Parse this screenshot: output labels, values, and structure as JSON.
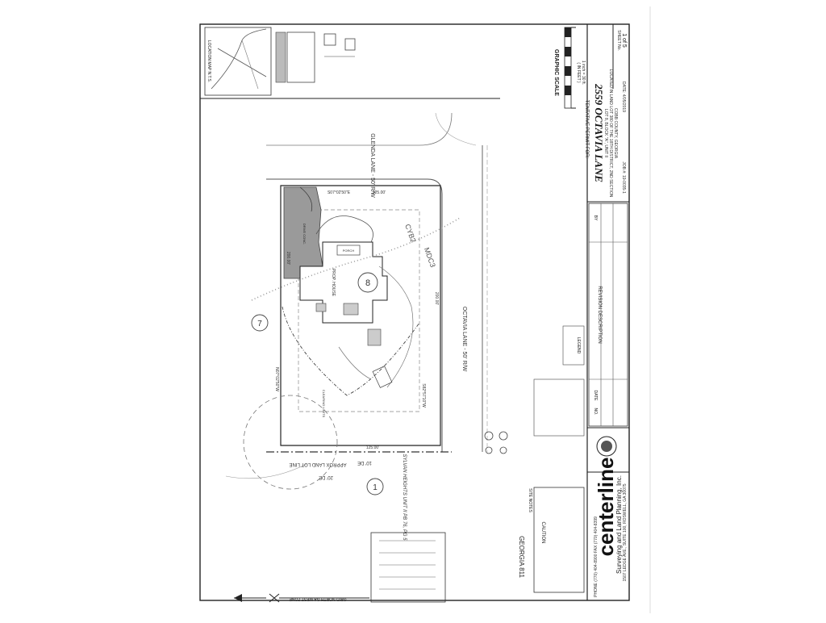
{
  "sheet": {
    "company_name": "centerline",
    "company_sub": "Surveying and Land Planning, Inc.",
    "company_addr": "1507 LEDGE AVE., SUITE 100, ROSWELL, GA 30075",
    "company_phone": "PHONE (770) 404-8900  FAX (770) 404-8399",
    "graphic_scale_label": "GRAPHIC SCALE",
    "scale_note": "( IN FEET )",
    "scale_ratio": "1 inch = 30 ft.",
    "permit_heading": "TENTATIVE PERMIT FOR:",
    "address": "2559 OCTAVIA LANE",
    "lot_block": "LOT 8, BLOCK \"A\", UNIT II",
    "land_lot": "LOCATED IN LAND LOT 380 OF THE 18TH DISTRICT, 2ND SECTION",
    "county": "COBB COUNTY, GEORGIA",
    "date": "DATE: 4/05/2019",
    "job_no": "JOB #: 19-0035-1",
    "sheet_no_label": "SHEET No.",
    "sheet_no": "1 of 5",
    "revision_heading": "REVISION DESCRIPTION",
    "rev_no": "NO.",
    "rev_date": "DATE",
    "rev_by": "BY",
    "location_map": "LOCATION MAP  N.T.S.",
    "georgia811": "GEORGIA 811",
    "grid_north": "GRID NORTH GA WEST ZONE",
    "legend_title": "LEGEND",
    "caution": "CAUTION",
    "site_notes": "SITE NOTES"
  },
  "plan": {
    "glenda_lane": "GLENDA LANE - 50' R/W",
    "octavia_lane": "OCTAVIA LANE - 50' R/W",
    "approx_land_lot": "APPROX LAND LOT LINE",
    "sylvan": "SYLVAN HEIGHTS UNIT II PB 76, PG 5",
    "lot_7": "7",
    "lot_8": "8",
    "lot_1": "1",
    "dist_125a": "125.00'",
    "dist_125b": "125.00'",
    "dist_200a": "200.00'",
    "dist_200b": "200.00'",
    "bearing_top": "S07°02'50\"E",
    "bearing_bottom": "N07°02'50\"W",
    "bearing_right": "S82°57'10\"W",
    "prop_house": "PROP. HOUSE",
    "porch": "PORCH",
    "drive_conc": "DRIVE CONC.",
    "mdc3": "MDC3",
    "cyb2": "CYB2",
    "de_10": "10' DE",
    "de_20": "20' DE",
    "clearing_limits": "CLEARING LIMITS"
  }
}
